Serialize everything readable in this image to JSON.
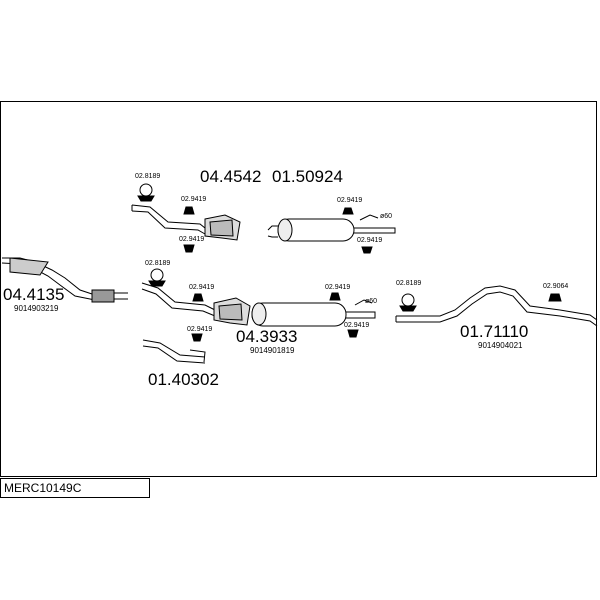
{
  "diagram_code": "MERC10149C",
  "parts": {
    "p_04_4542": "04.4542",
    "p_01_50924": "01.50924",
    "p_04_4135": "04.4135",
    "p_9014903219": "9014903219",
    "p_04_3933": "04.3933",
    "p_9014901819": "9014901819",
    "p_01_40302": "01.40302",
    "p_01_71110": "01.71110",
    "p_9014904021": "9014904021"
  },
  "hardware": {
    "h_02_8189_top": "02.8189",
    "h_02_9419_a": "02.9419",
    "h_02_9419_b": "02.9419",
    "h_02_9419_c": "02.9419",
    "h_02_9419_d": "02.9419",
    "h_02_8189_mid": "02.8189",
    "h_02_9419_e": "02.9419",
    "h_02_9419_f": "02.9419",
    "h_02_9419_g": "02.9419",
    "h_02_9419_h": "02.9419",
    "h_02_8189_right": "02.8189",
    "h_02_9064": "02.9064",
    "d60_top": "ø60",
    "d60_mid": "ø60"
  }
}
